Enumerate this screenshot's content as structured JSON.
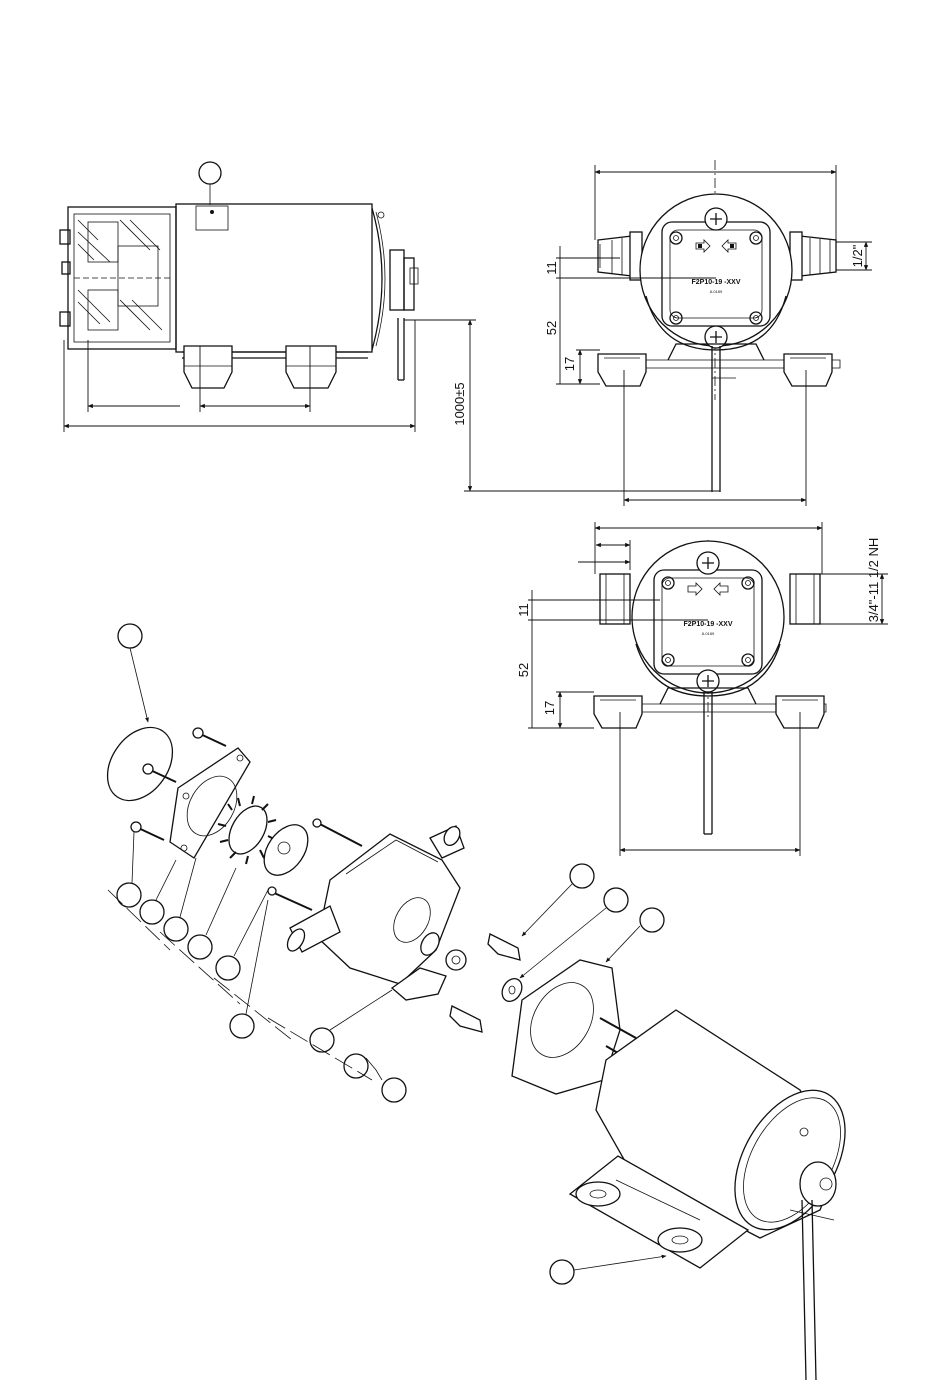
{
  "side_view": {
    "cable_length": "1000±5"
  },
  "front_view_hose": {
    "dim_hose": "1/2\"",
    "dim_11": "11",
    "dim_52": "52",
    "dim_17": "17",
    "model_label": "F2P10-19 -XXV",
    "model_sub": "8-0189"
  },
  "front_view_thread": {
    "dim_thread": "3/4\"-11 1/2 NH",
    "dim_11": "11",
    "dim_52": "52",
    "dim_17": "17",
    "model_label": "F2P10-19 -XXV",
    "model_sub": "8-0189"
  }
}
